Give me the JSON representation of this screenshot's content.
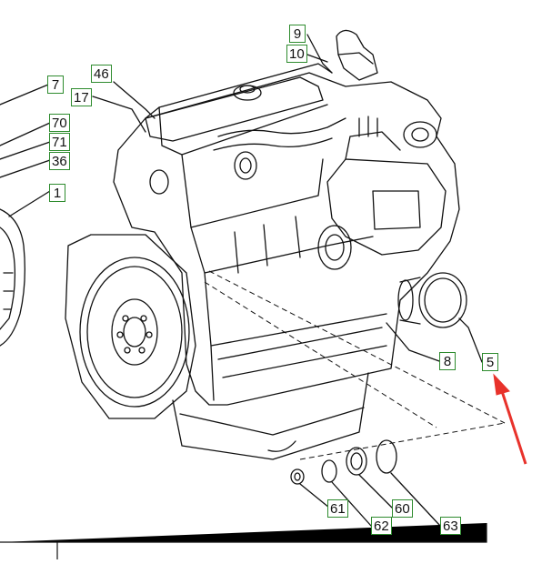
{
  "callouts": [
    {
      "id": "c9",
      "label": "9"
    },
    {
      "id": "c10",
      "label": "10"
    },
    {
      "id": "c7",
      "label": "7"
    },
    {
      "id": "c46",
      "label": "46"
    },
    {
      "id": "c17",
      "label": "17"
    },
    {
      "id": "c70",
      "label": "70"
    },
    {
      "id": "c71",
      "label": "71"
    },
    {
      "id": "c36",
      "label": "36"
    },
    {
      "id": "c1",
      "label": "1"
    },
    {
      "id": "c8",
      "label": "8"
    },
    {
      "id": "c5",
      "label": "5"
    },
    {
      "id": "c61",
      "label": "61"
    },
    {
      "id": "c60",
      "label": "60"
    },
    {
      "id": "c62",
      "label": "62"
    },
    {
      "id": "c63",
      "label": "63"
    }
  ],
  "colors": {
    "callout_border": "#2e8b2e",
    "line": "#111111",
    "arrow": "#e8322b"
  }
}
